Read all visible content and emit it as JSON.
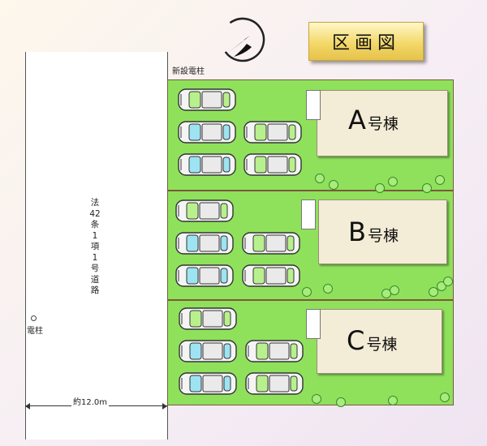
{
  "title": "区画図",
  "compass": {
    "icon": "north-arrow-icon"
  },
  "new_pole_label": "新設電柱",
  "road": {
    "label": "法42条1項1号道路",
    "pole_label": "電柱",
    "width_label": "約12.0m"
  },
  "lots": [
    {
      "id": "A",
      "letter": "A",
      "suffix": "号棟"
    },
    {
      "id": "B",
      "letter": "B",
      "suffix": "号棟"
    },
    {
      "id": "C",
      "letter": "C",
      "suffix": "号棟"
    }
  ],
  "colors": {
    "lot_green": "#8fe15c",
    "building": "#f3ecd6",
    "title_gold": "#e6c24a"
  }
}
